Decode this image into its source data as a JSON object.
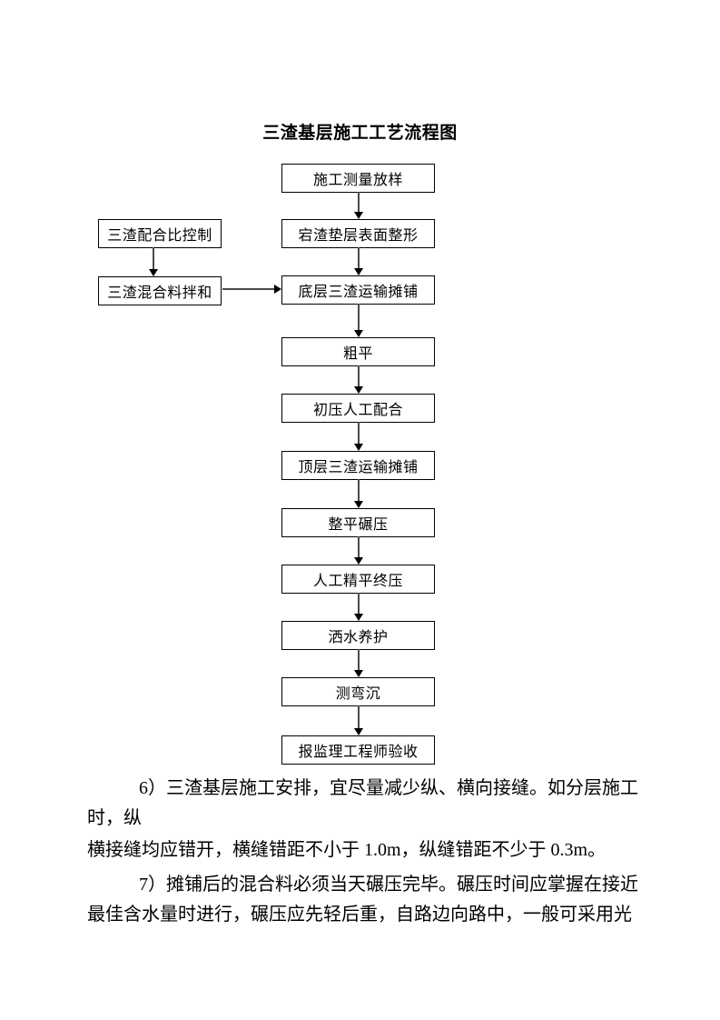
{
  "document": {
    "title": "三渣基层施工工艺流程图"
  },
  "flowchart": {
    "main_steps": [
      {
        "label": "施工测量放样"
      },
      {
        "label": "宕渣垫层表面整形"
      },
      {
        "label": "底层三渣运输摊铺"
      },
      {
        "label": "粗平"
      },
      {
        "label": "初压人工配合"
      },
      {
        "label": "顶层三渣运输摊铺"
      },
      {
        "label": "整平碾压"
      },
      {
        "label": "人工精平终压"
      },
      {
        "label": "洒水养护"
      },
      {
        "label": "测弯沉"
      },
      {
        "label": "报监理工程师验收"
      }
    ],
    "side_steps": [
      {
        "label": "三渣配合比控制"
      },
      {
        "label": "三渣混合料拌和"
      }
    ]
  },
  "body_text": {
    "lines": [
      {
        "text": "6）三渣基层施工安排，宜尽量减少纵、横向接缝。如分层施工"
      },
      {
        "text": "时，纵"
      },
      {
        "text": "横接缝均应错开，横缝错距不小于 1.0m，纵缝错距不少于 0.3m。"
      },
      {
        "text": "7）摊铺后的混合料必须当天碾压完毕。碾压时间应掌握在接近"
      },
      {
        "text": "最佳含水量时进行，碾压应先轻后重，自路边向路中，一般可采用光"
      }
    ]
  }
}
